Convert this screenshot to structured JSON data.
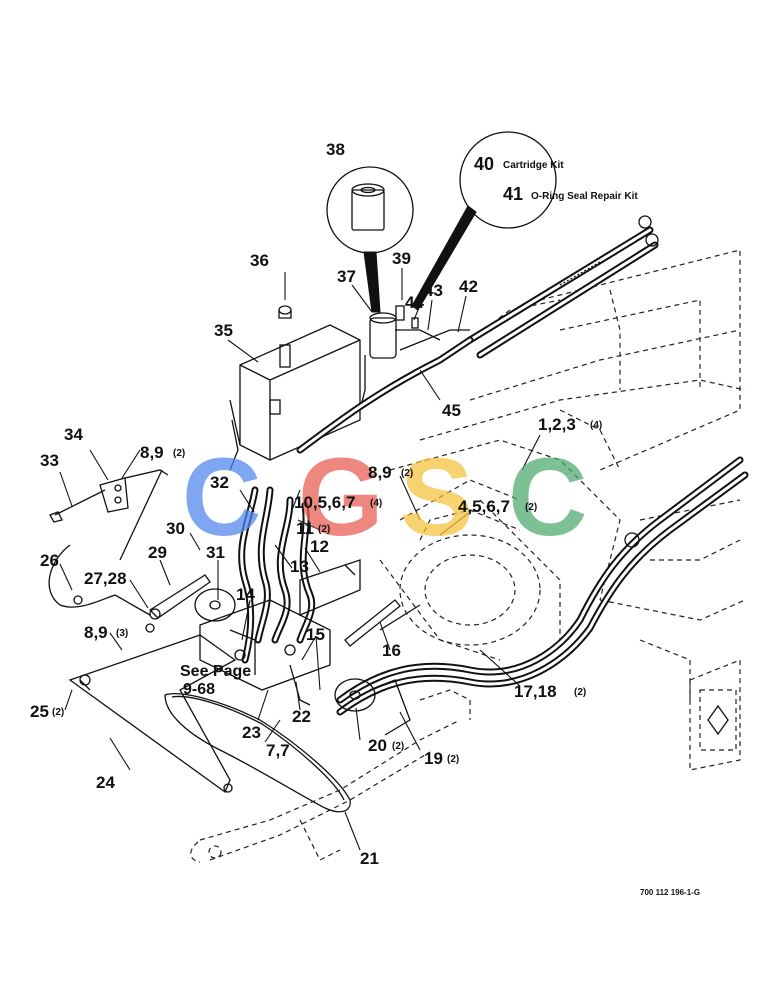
{
  "callouts": [
    {
      "id": "c38",
      "text": "38"
    },
    {
      "id": "c40",
      "text": "40"
    },
    {
      "id": "c41",
      "text": "41"
    },
    {
      "id": "c36",
      "text": "36"
    },
    {
      "id": "c37",
      "text": "37"
    },
    {
      "id": "c39",
      "text": "39"
    },
    {
      "id": "c43",
      "text": "43"
    },
    {
      "id": "c44",
      "text": "44"
    },
    {
      "id": "c42",
      "text": "42"
    },
    {
      "id": "c35",
      "text": "35"
    },
    {
      "id": "c45",
      "text": "45"
    },
    {
      "id": "c34",
      "text": "34"
    },
    {
      "id": "c33",
      "text": "33"
    },
    {
      "id": "c89a",
      "text": "8,9",
      "qty": "(2)"
    },
    {
      "id": "c123",
      "text": "1,2,3",
      "qty": "(4)"
    },
    {
      "id": "c89b",
      "text": "8,9",
      "qty": "(2)"
    },
    {
      "id": "c32",
      "text": "32"
    },
    {
      "id": "c10567",
      "text": "10,5,6,7",
      "qty": "(4)"
    },
    {
      "id": "c4567",
      "text": "4,5,6,7",
      "qty": "(2)"
    },
    {
      "id": "c11",
      "text": "11",
      "qty": "(2)"
    },
    {
      "id": "c30",
      "text": "30"
    },
    {
      "id": "c12",
      "text": "12"
    },
    {
      "id": "c26",
      "text": "26"
    },
    {
      "id": "c31",
      "text": "31"
    },
    {
      "id": "c13",
      "text": "13"
    },
    {
      "id": "c29",
      "text": "29"
    },
    {
      "id": "c2728",
      "text": "27,28"
    },
    {
      "id": "c14",
      "text": "14"
    },
    {
      "id": "c89c",
      "text": "8,9",
      "qty": "(3)"
    },
    {
      "id": "c15",
      "text": "15"
    },
    {
      "id": "c16",
      "text": "16"
    },
    {
      "id": "c1718",
      "text": "17,18",
      "qty": "(2)"
    },
    {
      "id": "c25",
      "text": "25",
      "qty": "(2)"
    },
    {
      "id": "c22",
      "text": "22"
    },
    {
      "id": "c23",
      "text": "23"
    },
    {
      "id": "c77",
      "text": "7,7"
    },
    {
      "id": "c20",
      "text": "20",
      "qty": "(2)"
    },
    {
      "id": "c19",
      "text": "19",
      "qty": "(2)"
    },
    {
      "id": "c24",
      "text": "24"
    },
    {
      "id": "c21",
      "text": "21"
    }
  ],
  "kit_notes": [
    {
      "number": "40",
      "label": "Cartridge Kit"
    },
    {
      "number": "41",
      "label": "O-Ring Seal Repair Kit"
    }
  ],
  "page_reference": {
    "line1": "See Page",
    "line2": "9-68"
  },
  "part_number": "700 112 196-1-G",
  "watermark": {
    "letters": [
      "C",
      "G",
      "S",
      "C"
    ],
    "colors": [
      "#4f86ec",
      "#e85a50",
      "#f4c23a",
      "#4aa86a"
    ]
  }
}
